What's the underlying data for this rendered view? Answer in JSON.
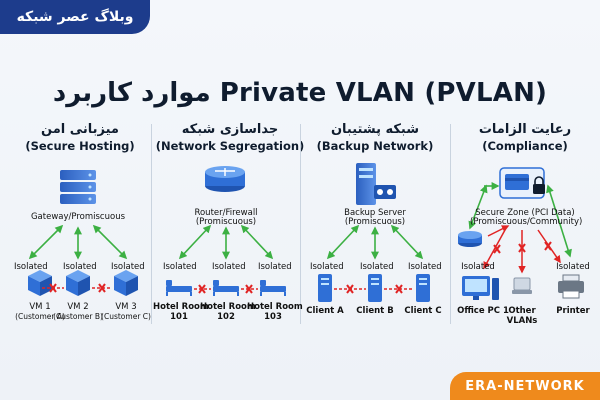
{
  "header": {
    "blog_name": "وبلاگ عصر شبکه",
    "title": "موارد کاربرد Private VLAN (PVLAN)"
  },
  "columns": [
    {
      "title_fa": "میزبانی امن",
      "title_en": "(Secure Hosting)",
      "center_label": "Gateway/Promiscuous",
      "nodes": [
        {
          "iso": "Isolated",
          "name": "VM 1",
          "sub": "(Customer A)"
        },
        {
          "iso": "Isolated",
          "name": "VM 2",
          "sub": "(Customer B)"
        },
        {
          "iso": "Isolated",
          "name": "VM 3",
          "sub": "(Customer C)"
        }
      ]
    },
    {
      "title_fa": "جداسازی شبکه",
      "title_en": "(Network Segregation)",
      "center_label": "Router/Firewall",
      "center_sub": "(Promiscuous)",
      "nodes": [
        {
          "iso": "Isolated",
          "name": "Hotel Room",
          "sub": "101"
        },
        {
          "iso": "Isolated",
          "name": "Hotel Room",
          "sub": "102"
        },
        {
          "iso": "Isolated",
          "name": "Hotel Room",
          "sub": "103"
        }
      ]
    },
    {
      "title_fa": "شبکه پشتیبان",
      "title_en": "(Backup Network)",
      "center_label": "Backup Server",
      "center_sub": "(Promiscuous)",
      "nodes": [
        {
          "iso": "Isolated",
          "name": "Client A"
        },
        {
          "iso": "Isolated",
          "name": "Client B"
        },
        {
          "iso": "Isolated",
          "name": "Client C"
        }
      ]
    },
    {
      "title_fa": "رعایت الزامات",
      "title_en": "(Compliance)",
      "center_label": "Secure Zone (PCI Data)",
      "center_sub": "(Promiscuous/Community)",
      "nodes": [
        {
          "iso": "Isolated",
          "name": "Office PC 1"
        },
        {
          "name": "Other",
          "sub": "VLANs"
        },
        {
          "iso": "Isolated",
          "name": "Printer"
        }
      ]
    }
  ],
  "footer": {
    "brand": "ERA-NETWORK"
  },
  "colors": {
    "allowed": "#3cb043",
    "blocked": "#e02424",
    "device": "#2f6fd6",
    "accent": "#1d3c8c"
  }
}
